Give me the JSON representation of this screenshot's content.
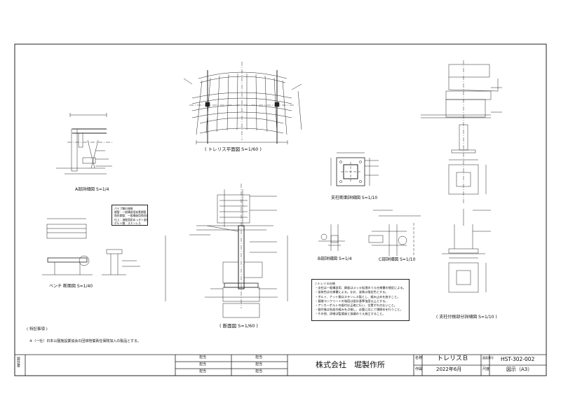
{
  "drawing": {
    "views": {
      "truss_plan": "( トレリス平面図 S=1/60 )",
      "a_detail": "A部詳細図 S=1/4",
      "column_base": "支柱断面詳細図 S=1/10",
      "bench": "ベンチ 断面図 S=1/40",
      "section": "( 断面図 S=1/60 )",
      "b_detail": "B部詳細図 S=1/4",
      "c_detail": "C部詳細図 S=1/10",
      "foundation": "( 支柱付根部分詳細図 S=1/10 )"
    },
    "special_notes": {
      "title": "( 特記事項 )",
      "line": "※（一社）日本公園施設業協会の団体賠償責任保険加入の製品とする。"
    },
    "truss_notes": [
      "○トレリス仕様",
      "・支柱は一般構造用、鋼板はメッキ処理のうえ仕様書の規定による。",
      "・塗装色は仕様書による。なお、塗装は指定色とする。",
      "・ボルト、ナット類はステンレス製とし、緩み止めを施すこと。",
      "・基礎コンクリートの強度は設計基準強度以上とする。",
      "・アンカーボルトの据付は正確に行い、位置ずれのないこと。",
      "・据付後は各部の緩みを点検し、必要に応じて増締めを行うこと。",
      "・その他、詳細は監督員と協議のうえ施工すること。"
    ],
    "legend_lines": [
      "パイプ類の規格",
      "鋼管：一般構造用炭素鋼管",
      "角形鋼管：一般構造用角形鋼管",
      "仕上：溶融亜鉛めっき＋塗装",
      "ボルト類：ステンレス"
    ]
  },
  "title_block": {
    "side_label": "設計者",
    "approval_rows": [
      {
        "left": "担当",
        "right": "担当"
      },
      {
        "left": "担当",
        "right": "担当"
      },
      {
        "left": "担当",
        "right": "担当"
      }
    ],
    "company": "株式会社　堀製作所",
    "name_label": "名称",
    "drawing_name": "トレリスＢ",
    "date_label": "作図",
    "date": "2022年6月",
    "number_label": "図面番号",
    "drawing_number": "HST-302-002",
    "size_label": "尺度",
    "scale": "図示（A3）"
  }
}
